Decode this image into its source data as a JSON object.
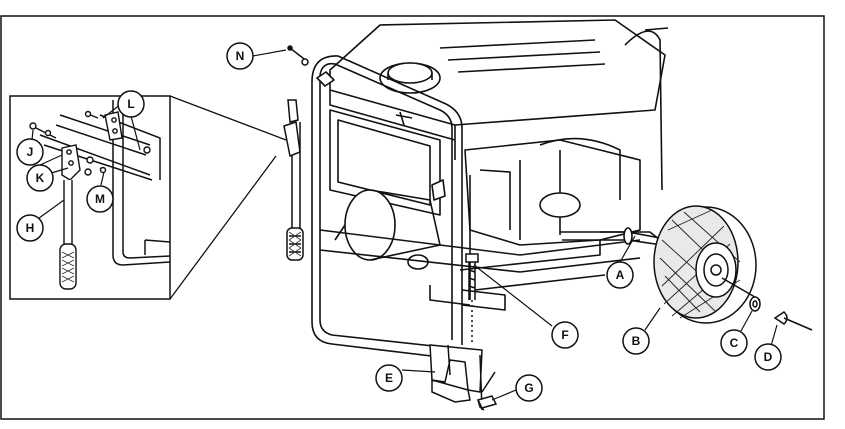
{
  "caption": "",
  "callouts": {
    "A": "A",
    "B": "B",
    "C": "C",
    "D": "D",
    "E": "E",
    "F": "F",
    "G": "G",
    "H": "H",
    "J": "J",
    "K": "K",
    "L": "L",
    "M": "M",
    "N": "N"
  },
  "colors": {
    "line": "#111111",
    "background": "#ffffff"
  }
}
